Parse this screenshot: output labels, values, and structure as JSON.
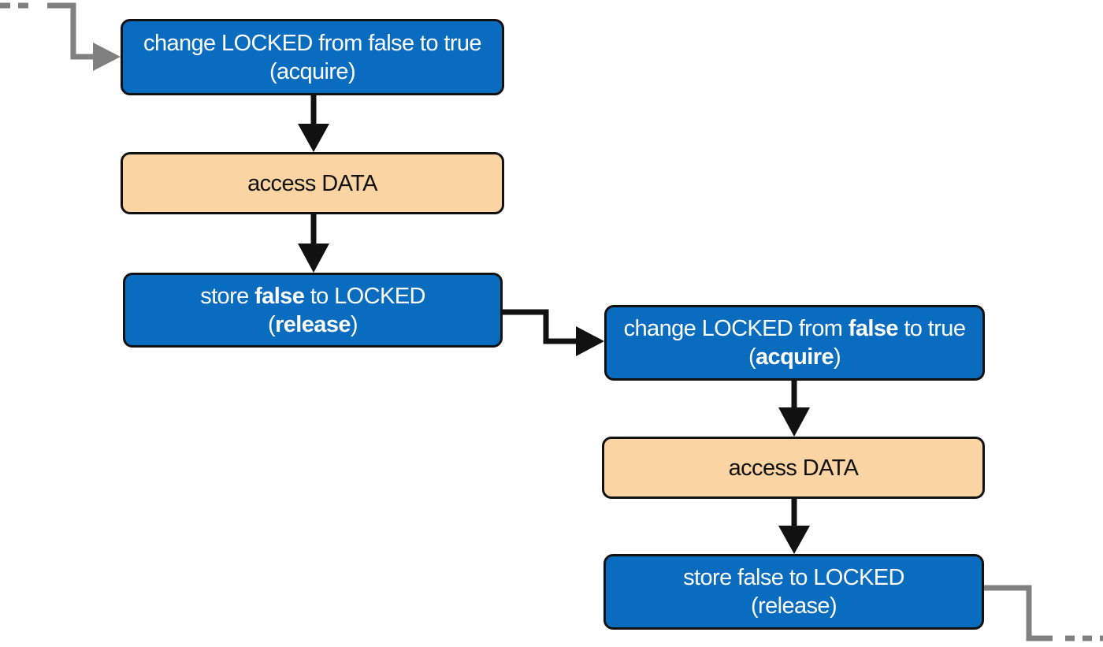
{
  "colors": {
    "blue_box": "#0a6cbf",
    "peach_box": "#fbd4a4",
    "arrow": "#111111",
    "continuation": "#808080"
  },
  "nodes": {
    "n1": {
      "line1_a": "change LOCKED from false to true",
      "line2_a": "(acquire)"
    },
    "n2": {
      "text": "access DATA"
    },
    "n3": {
      "line1_a": "store ",
      "line1_b": "false",
      "line1_c": " to LOCKED",
      "line2_a": "(",
      "line2_b": "release",
      "line2_c": ")"
    },
    "n4": {
      "line1_a": "change LOCKED from ",
      "line1_b": "false",
      "line1_c": " to true",
      "line2_a": "(",
      "line2_b": "acquire",
      "line2_c": ")"
    },
    "n5": {
      "text": "access DATA"
    },
    "n6": {
      "line1_a": "store false to LOCKED",
      "line2_a": "(release)"
    }
  }
}
